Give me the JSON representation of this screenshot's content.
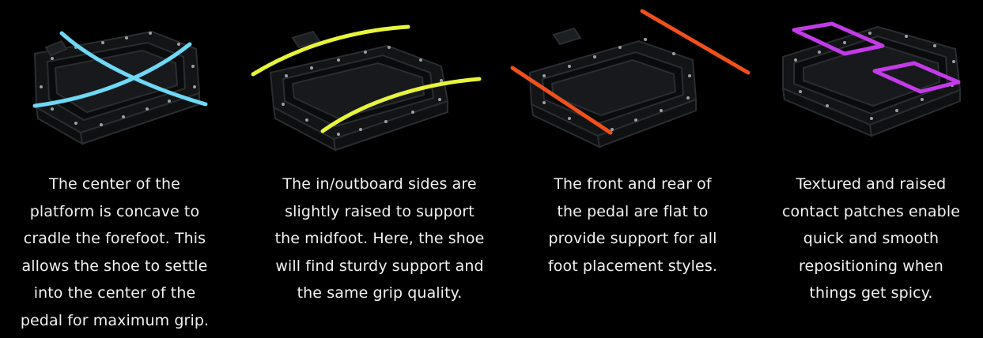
{
  "colors": {
    "background": "#000000",
    "text": "#f2f2f2",
    "concave_curve": "#6fd8f5",
    "side_curve": "#e8f53a",
    "flat_line": "#f0501a",
    "contact_patch": "#c33be8"
  },
  "panels": [
    {
      "caption": "The center of the\nplatform is concave to\ncradle the forefoot. This\nallows the shoe to settle\ninto the center of the\npedal for maximum grip.",
      "highlight": "cyan-crossing-curves"
    },
    {
      "caption": "The in/outboard sides are\nslightly raised to support\nthe midfoot. Here, the shoe\nwill find sturdy support and\nthe same grip quality.",
      "highlight": "yellow-side-curves"
    },
    {
      "caption": "The front and rear of\nthe pedal are flat to\nprovide support for all\nfoot placement styles.",
      "highlight": "orange-straight-lines"
    },
    {
      "caption": "Textured and raised\ncontact patches enable\nquick and smooth\nrepositioning when\nthings get spicy.",
      "highlight": "purple-rectangles"
    }
  ]
}
